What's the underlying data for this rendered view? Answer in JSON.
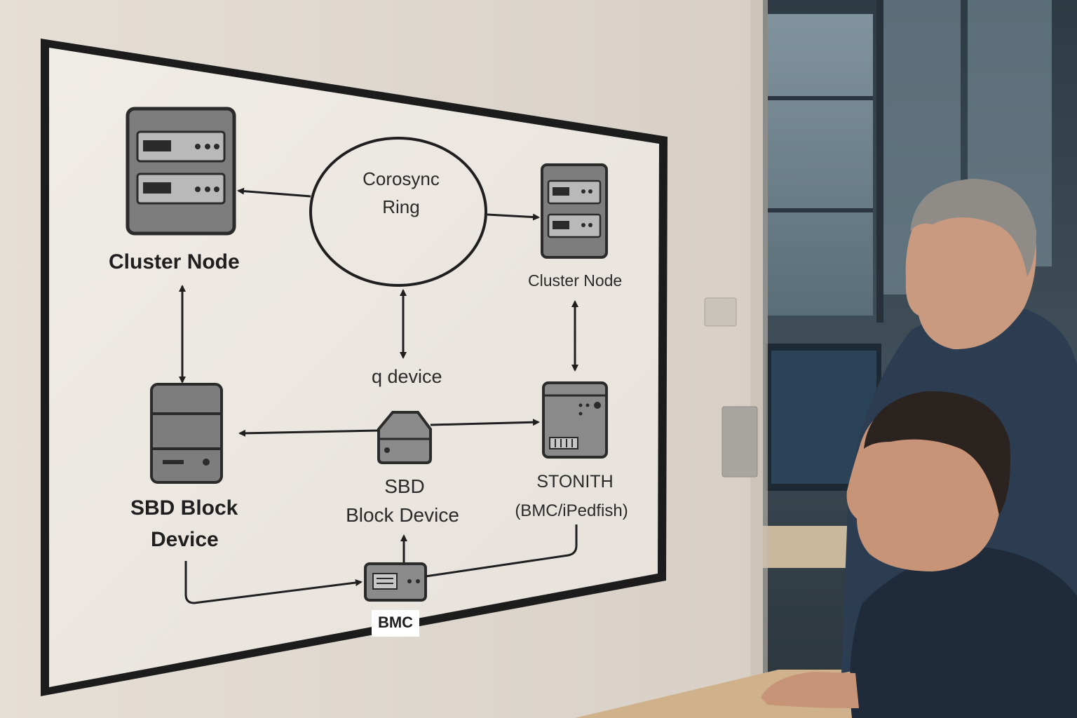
{
  "diagram": {
    "ring_line1": "Corosync",
    "ring_line2": "Ring",
    "node_left_label": "Cluster Node",
    "node_right_label": "Cluster Node",
    "qdevice_label": "q device",
    "sbd_left_line1": "SBD Block",
    "sbd_left_line2": "Device",
    "sbd_center_line1": "SBD",
    "sbd_center_line2": "Block Device",
    "stonith_line1": "STONITH",
    "stonith_line2": "(BMC/iPedfish)",
    "bmc_label": "BMC"
  },
  "colors": {
    "wall": "#e4ddd4",
    "screen_face": "#ede9e3",
    "bezel": "#1c1c1c",
    "device_fill": "#7d7d7d",
    "device_dark": "#2b2b2b",
    "office_bg": "#34434d",
    "shirt": "#2c3d52"
  },
  "icons": [
    "server-rack-icon",
    "hard-drive-icon",
    "stonith-appliance-icon",
    "bmc-card-icon"
  ]
}
